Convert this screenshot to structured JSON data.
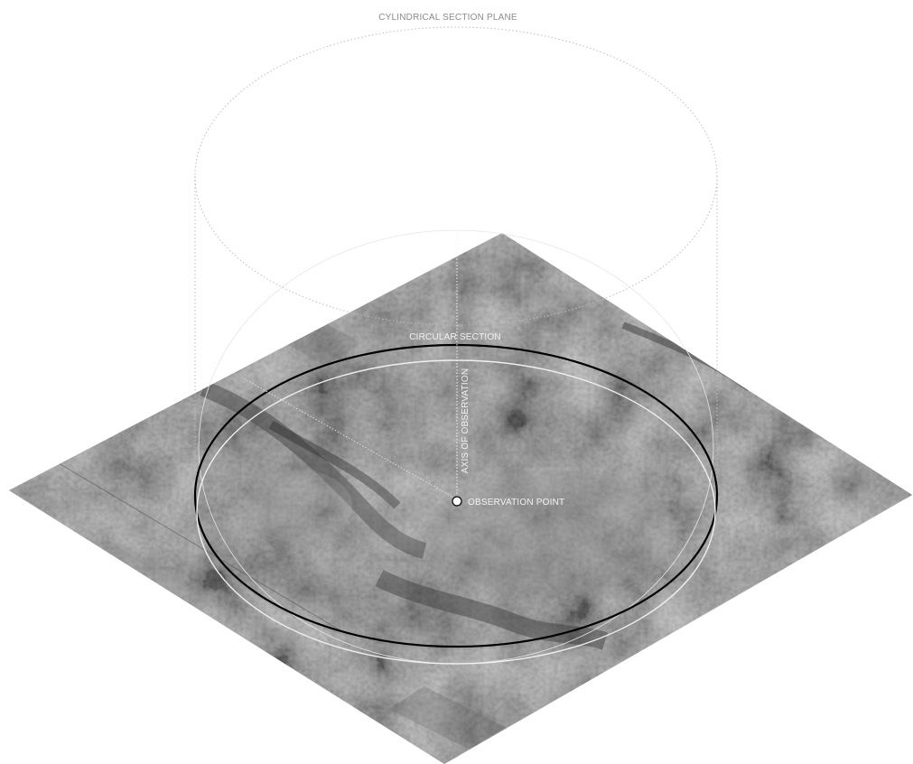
{
  "labels": {
    "cylindrical_section_plane": "CYLINDRICAL SECTION PLANE",
    "circular_section": "CIRCULAR SECTION",
    "axis_of_observation": "AXIS OF OBSERVATION",
    "observation_point": "OBSERVATION POINT"
  },
  "colors": {
    "background": "#ffffff",
    "terrain_base": "#6e6e6e",
    "dotted_guides": "#bdbdbd",
    "label_text_on_white": "#8a8a8a",
    "label_text_on_terrain": "#f2f2f2",
    "circular_section_stroke": "#000000",
    "ground_circle_stroke": "#f0f0f0"
  }
}
